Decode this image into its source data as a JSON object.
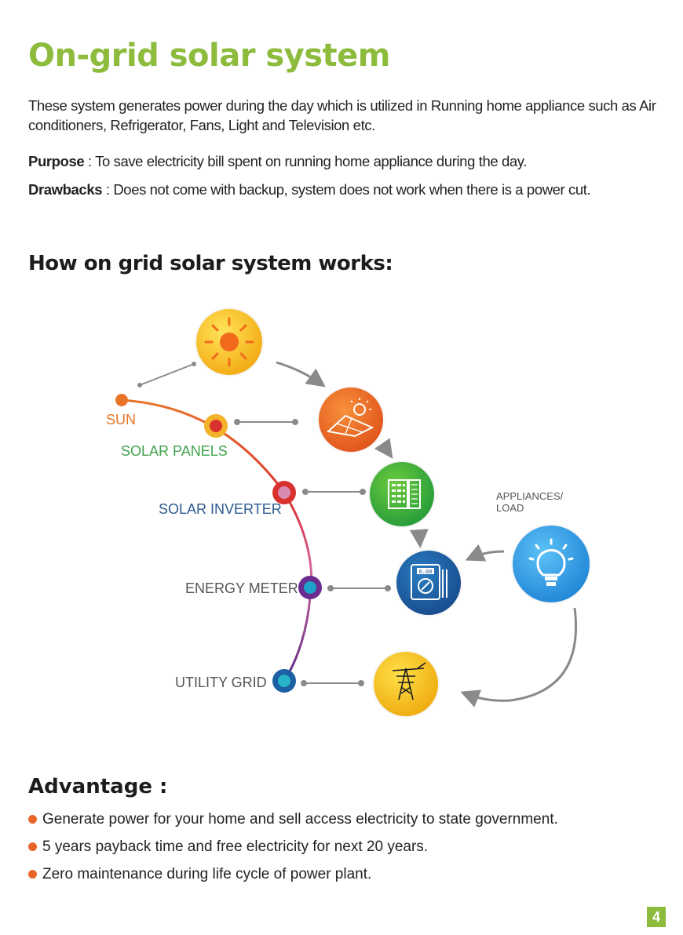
{
  "title": "On-grid solar system",
  "intro": "These system generates power during the day which is utilized in Running home appliance such as Air conditioners, Refrigerator, Fans, Light and Television etc.",
  "purpose": {
    "label": "Purpose",
    "sep": " : ",
    "text": "To save electricity bill spent on running home appliance during the day."
  },
  "drawbacks": {
    "label": "Drawbacks",
    "sep": " : ",
    "text": "Does not come with backup, system does not work when there is a power cut."
  },
  "how_heading": "How on grid solar system works:",
  "diagram": {
    "labels": {
      "sun": "SUN",
      "solar_panels": "SOLAR PANELS",
      "solar_inverter": "SOLAR INVERTER",
      "energy_meter": "ENERGY METER",
      "utility_grid": "UTILITY GRID",
      "appliances_line1": "APPLIANCES/",
      "appliances_line2": "LOAD"
    },
    "meter_display": "0.00",
    "colors": {
      "sun_label": "#e8742a",
      "panels_label": "#3fa34d",
      "inverter_label": "#2d5a8f",
      "gray_label": "#555555",
      "sun_icon": "#f7c21b",
      "panel_icon": "#ec6c1f",
      "inverter_icon": "#3fae3a",
      "meter_icon": "#1d5fa3",
      "bulb_icon": "#2f9be6",
      "grid_icon": "#f3bd15"
    },
    "icons": [
      "sun-icon",
      "solar-panel-icon",
      "inverter-icon",
      "energy-meter-icon",
      "light-bulb-icon",
      "power-tower-icon"
    ]
  },
  "advantage_heading": "Advantage :",
  "advantages": [
    "Generate power for your home and sell access electricity to state government.",
    "5 years payback time and free electricity for next 20 years.",
    "Zero maintenance during life cycle of power plant."
  ],
  "page_number": "4"
}
